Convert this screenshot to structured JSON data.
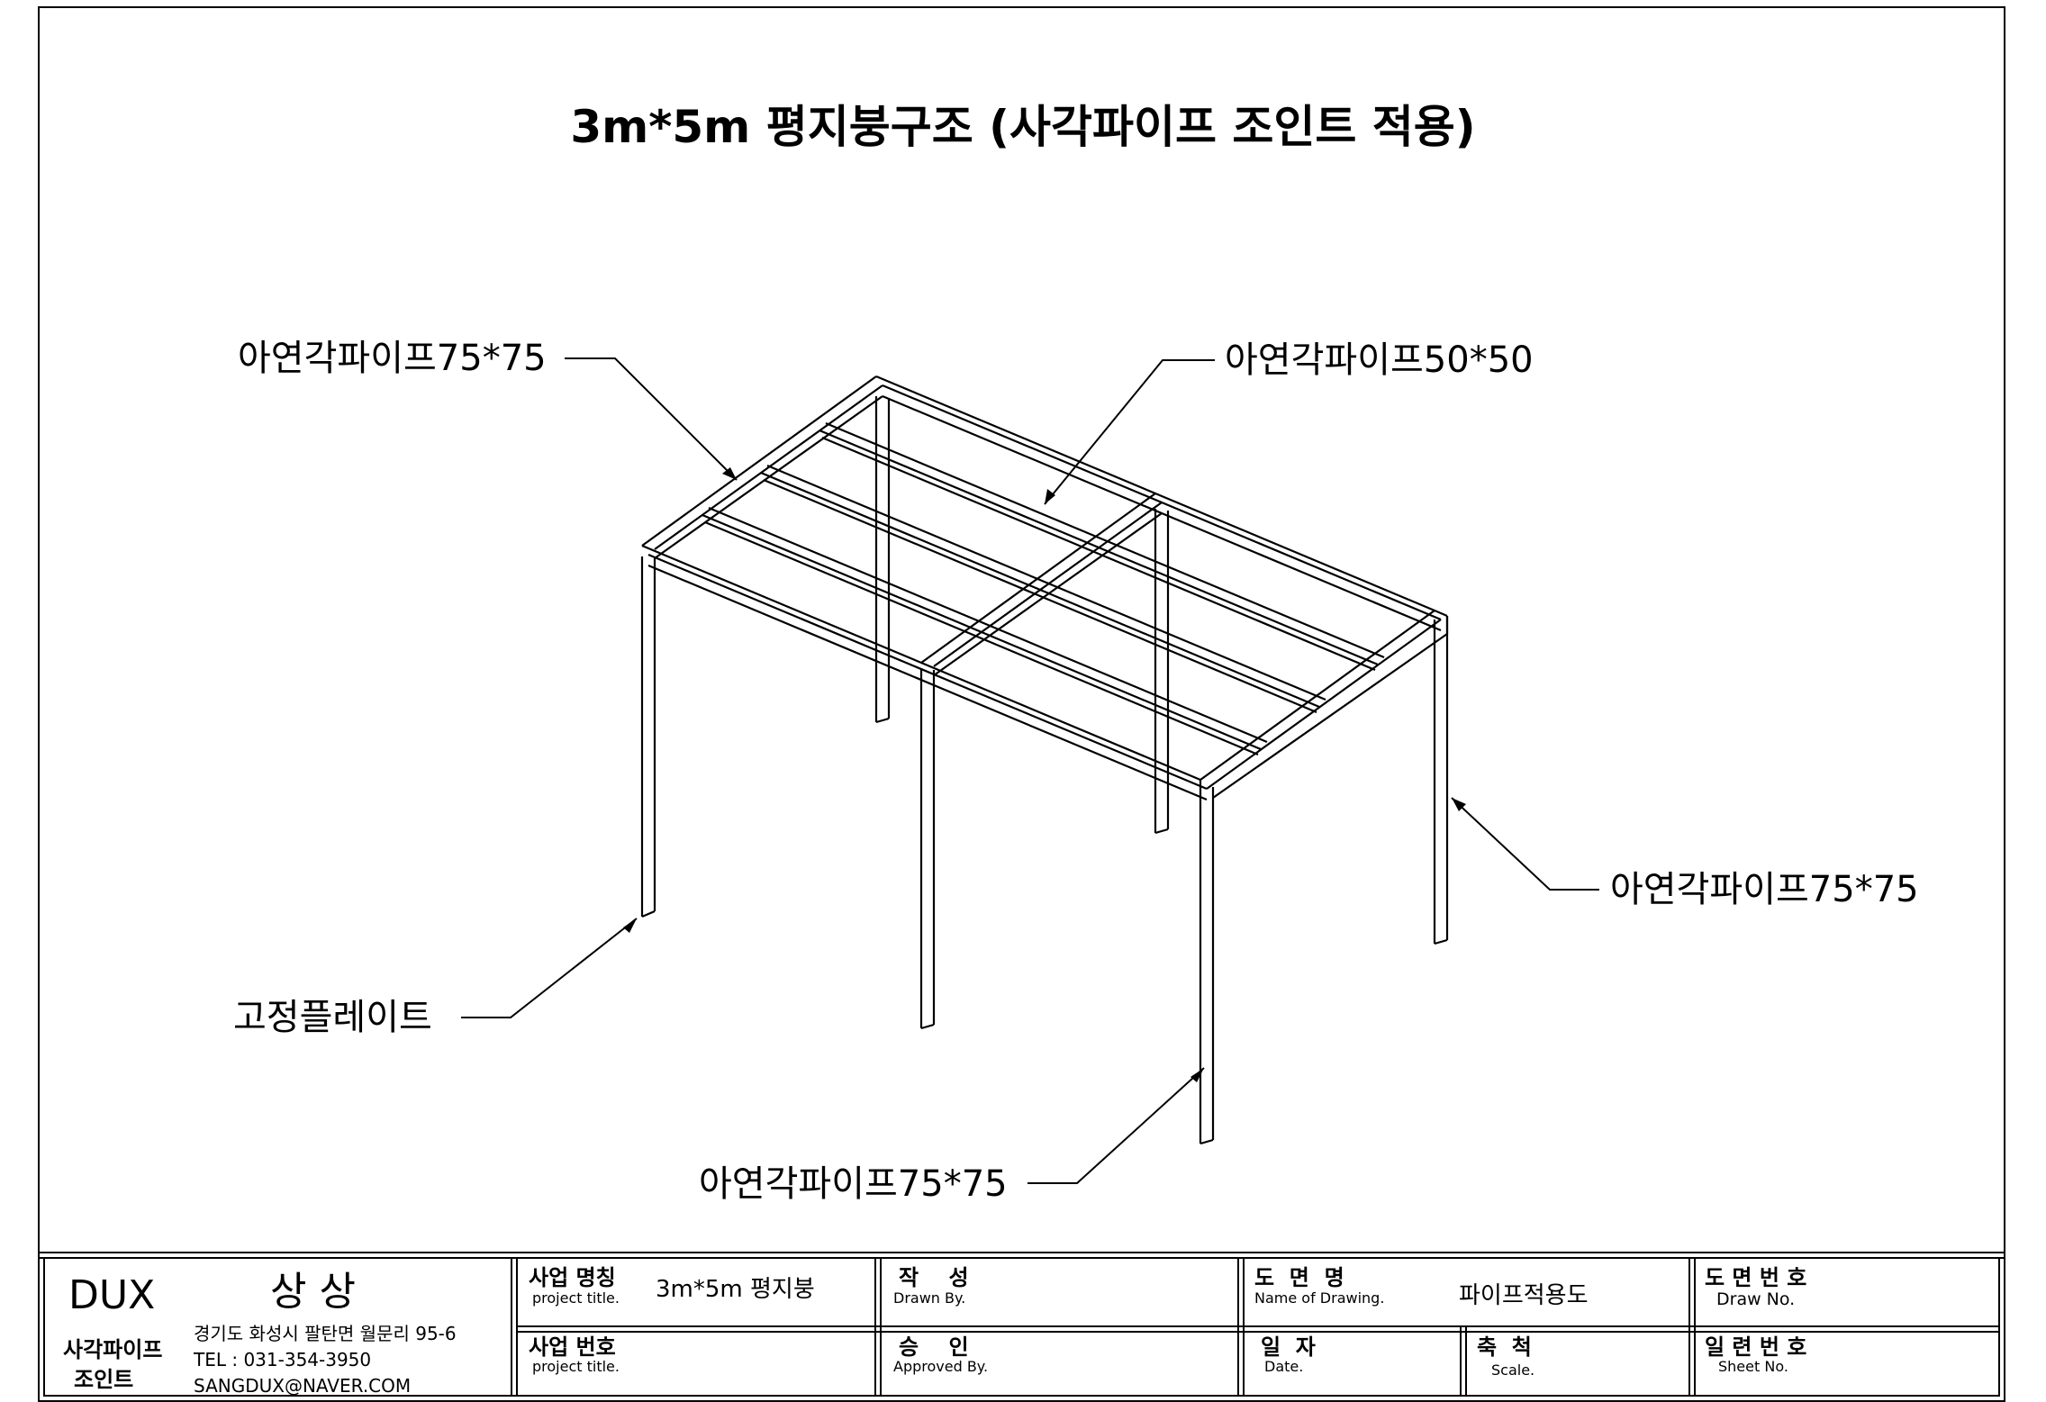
{
  "drawing": {
    "title": "3m*5m 평지붕구조 (사각파이프 조인트 적용)"
  },
  "callouts": [
    {
      "id": "top-left",
      "text": "아연각파이프75*75"
    },
    {
      "id": "top-right",
      "text": "아연각파이프50*50"
    },
    {
      "id": "right",
      "text": "아연각파이프75*75"
    },
    {
      "id": "bottom",
      "text": "아연각파이프75*75"
    },
    {
      "id": "left",
      "text": "고정플레이트"
    }
  ],
  "title_block": {
    "company": {
      "brand": "DUX",
      "name": "상 상",
      "product_line1": "사각파이프",
      "product_line2": "조인트",
      "address": "경기도 화성시 팔탄면 월문리 95-6",
      "tel": "TEL : 031-354-3950",
      "email": "SANGDUX@NAVER.COM"
    },
    "project_name": {
      "label": "사업 명칭",
      "sub": "project title.",
      "value": "3m*5m 평지붕"
    },
    "project_number": {
      "label": "사업 번호",
      "sub": "project title.",
      "value": ""
    },
    "drawn_by": {
      "label": "작    성",
      "sub": "Drawn By."
    },
    "approved_by": {
      "label": "승    인",
      "sub": "Approved By."
    },
    "drawing_name": {
      "label": "도  면  명",
      "sub": "Name of Drawing.",
      "value": "파이프적용도"
    },
    "date": {
      "label": "일  자",
      "sub": "Date."
    },
    "scale": {
      "label": "축  척",
      "sub": "Scale."
    },
    "drawing_number": {
      "label": "도 면 번 호",
      "sub": "Draw No."
    },
    "sheet_number": {
      "label": "일 련 번 호",
      "sub": "Sheet No."
    }
  }
}
